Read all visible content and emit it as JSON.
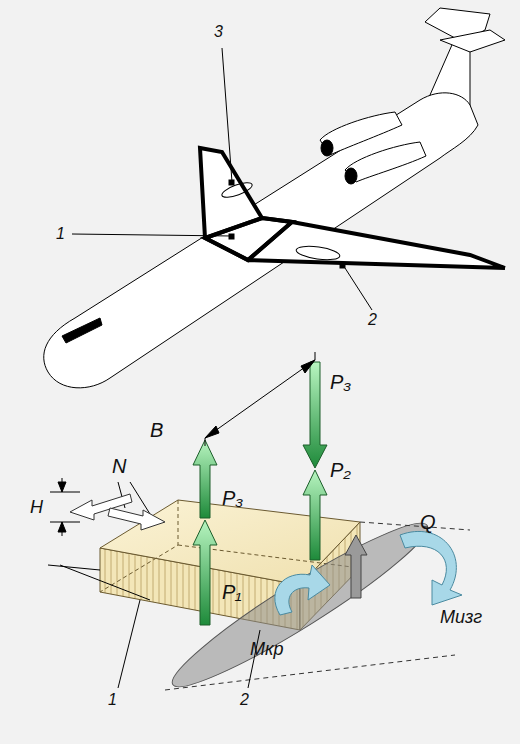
{
  "diagram": {
    "labels": [
      "3",
      "1",
      "2",
      "B",
      "P₃",
      "P₂",
      "H",
      "N",
      "P₃",
      "P₁",
      "Q",
      "Mизг",
      "Mкр",
      "1",
      "2"
    ]
  }
}
